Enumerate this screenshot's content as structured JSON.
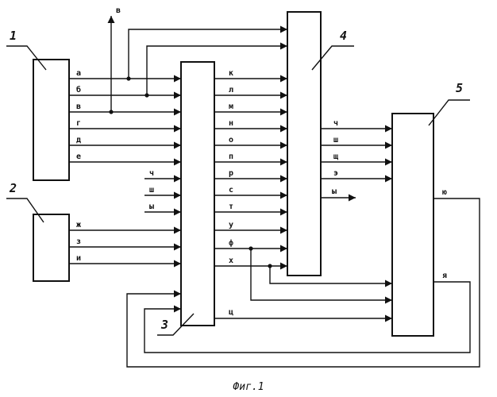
{
  "blocks": {
    "b1": "1",
    "b2": "2",
    "b3": "3",
    "b4": "4",
    "b5": "5"
  },
  "b1_outputs": [
    "а",
    "б",
    "в",
    "г",
    "д",
    "е"
  ],
  "b2_outputs": [
    "ж",
    "з",
    "и"
  ],
  "b3_extra_inputs": [
    "ч",
    "ш",
    "ы"
  ],
  "b3_outputs": [
    "к",
    "л",
    "м",
    "н",
    "о",
    "п",
    "р",
    "с",
    "т",
    "у",
    "ф",
    "х"
  ],
  "b3_output_ts": "ц",
  "b4_outputs": [
    "ч",
    "ш",
    "щ",
    "э"
  ],
  "b4_output_y": "ы",
  "b5_outputs": {
    "yu": "ю",
    "ya": "я"
  },
  "tap_label": "в",
  "caption": "Фиг.1"
}
